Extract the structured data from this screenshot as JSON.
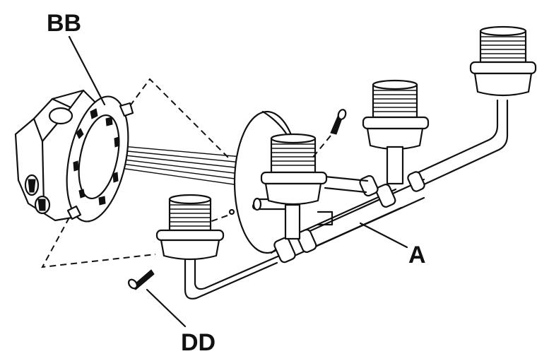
{
  "diagram": {
    "labels": {
      "bb": "BB",
      "a": "A",
      "dd": "DD"
    },
    "parts": {
      "junction_box": "junction-box",
      "mounting_bracket": "mounting-bracket",
      "canopy_plate": "canopy-plate",
      "arm_assembly": "arm-assembly",
      "screw": "screw",
      "socket": "socket"
    },
    "colors": {
      "ink": "#111111",
      "paper": "#ffffff"
    }
  }
}
